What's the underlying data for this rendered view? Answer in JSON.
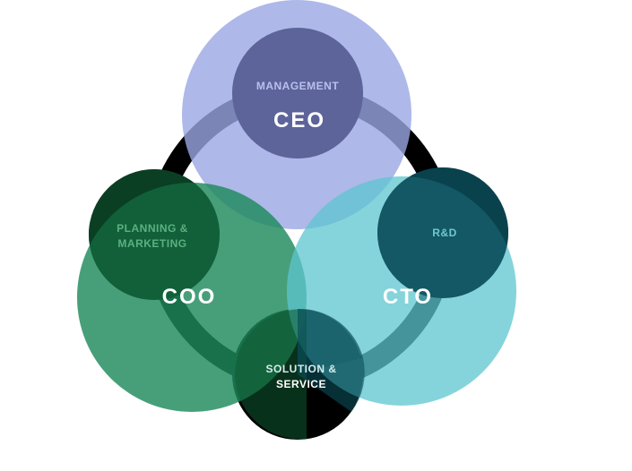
{
  "diagram": {
    "circles": {
      "ceo": {
        "label": "CEO",
        "sub_label": "MANAGEMENT",
        "color": "#9aa6e4"
      },
      "coo": {
        "label": "COO",
        "sub_label_line1": "PLANNING &",
        "sub_label_line2": "MARKETING",
        "color": "#1e8a5c"
      },
      "cto": {
        "label": "CTO",
        "sub_label": "R&D",
        "color": "#5cc5cf"
      }
    },
    "center": {
      "label_line1": "SOLUTION &",
      "label_line2": "SERVICE"
    },
    "colors": {
      "ring": "#000000",
      "ceo_inner": "#5a6298",
      "coo_inner": "#0e5a33",
      "cto_inner": "#0a4e5a"
    }
  }
}
